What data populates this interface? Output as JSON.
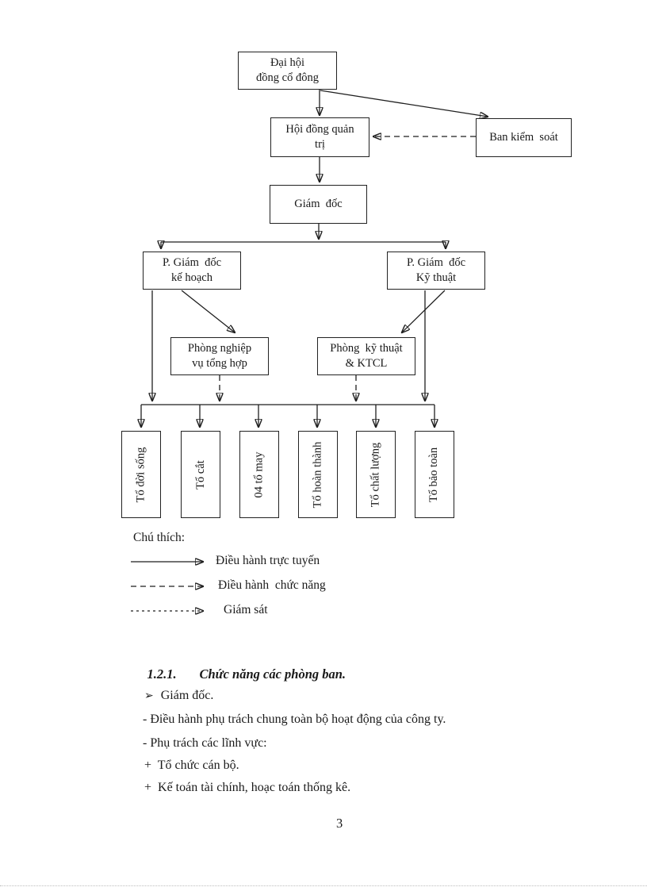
{
  "page": {
    "number": "3"
  },
  "org_chart": {
    "nodes": {
      "dai_hoi_dong_co_dong": {
        "line1": "Đại hội",
        "line2": "đồng cổ đông"
      },
      "hoi_dong_quan_tri": {
        "line1": "Hội đồng quản",
        "line2": "trị"
      },
      "ban_kiem_soat": {
        "line1": "Ban kiểm  soát"
      },
      "giam_doc": {
        "line1": "Giám  đốc"
      },
      "p_giam_doc_ke_hoach": {
        "line1": "P. Giám  đốc",
        "line2": "kế hoạch"
      },
      "p_giam_doc_ky_thuat": {
        "line1": "P. Giám  đốc",
        "line2": "Kỹ thuật"
      },
      "phong_nghiep_vu_tong_hop": {
        "line1": "Phòng nghiệp",
        "line2": "vụ tổng hợp"
      },
      "phong_ky_thuat_ktcl": {
        "line1": "Phòng  kỹ thuật",
        "line2": "& KTCL"
      },
      "to_doi_song": {
        "label": "Tổ đời sống"
      },
      "to_cat": {
        "label": "Tổ cắt"
      },
      "to_may": {
        "label": "04 tổ may"
      },
      "to_hoan_thanh": {
        "label": "Tổ hoàn thành"
      },
      "to_chat_luong": {
        "label": "Tổ chất lượng"
      },
      "to_bao_toan": {
        "label": "Tổ bảo toàn"
      }
    },
    "legend": {
      "title": "Chú thích:",
      "items": [
        {
          "line_style": "solid",
          "label": "Điều hành trực tuyến"
        },
        {
          "line_style": "dashed",
          "label": "Điều hành  chức năng"
        },
        {
          "line_style": "dotted",
          "label": "Giám sát"
        }
      ]
    }
  },
  "section": {
    "number": "1.2.1.",
    "title": "Chức năng các phòng ban.",
    "items": [
      {
        "marker": "➢",
        "text": "Giám đốc."
      },
      {
        "marker": "",
        "text": "- Điều hành phụ trách chung toàn bộ hoạt động của công ty."
      },
      {
        "marker": "",
        "text": "- Phụ trách các lĩnh vực:"
      },
      {
        "marker": "",
        "text": "+  Tổ chức cán bộ."
      },
      {
        "marker": "",
        "text": "+  Kế toán tài chính, hoạc toán thống kê."
      }
    ]
  },
  "colors": {
    "ink": "#1f1f1f",
    "page_bg": "#ffffff",
    "footer_rule": "#bdbdbd"
  }
}
